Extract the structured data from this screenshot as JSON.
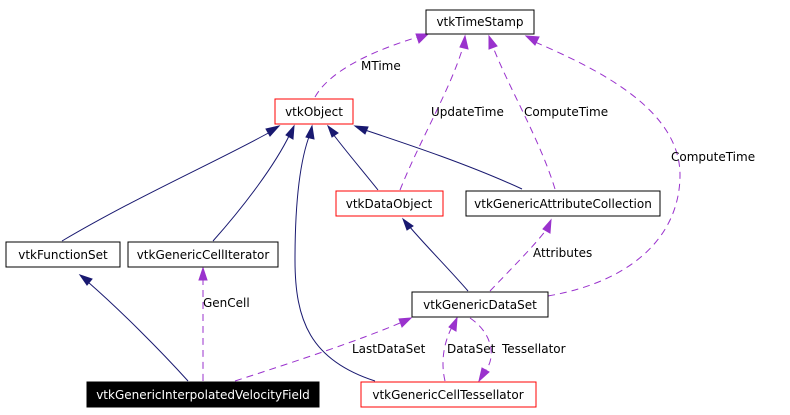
{
  "colors": {
    "inheritance_edge": "#191970",
    "usage_edge": "#9a32cd",
    "class_border_red": "#ff0000",
    "class_border_black": "#000000",
    "selected_fill": "#000000",
    "selected_text": "#ffffff"
  },
  "nodes": {
    "vtkTimeStamp": "vtkTimeStamp",
    "vtkObject": "vtkObject",
    "vtkDataObject": "vtkDataObject",
    "vtkGenericAttributeCollection": "vtkGenericAttributeCollection",
    "vtkFunctionSet": "vtkFunctionSet",
    "vtkGenericCellIterator": "vtkGenericCellIterator",
    "vtkGenericDataSet": "vtkGenericDataSet",
    "vtkGenericInterpolatedVelocityField": "vtkGenericInterpolatedVelocityField",
    "vtkGenericCellTessellator": "vtkGenericCellTessellator"
  },
  "edge_labels": {
    "mtime": "MTime",
    "update_time": "UpdateTime",
    "compute_time_1": "ComputeTime",
    "compute_time_2": "ComputeTime",
    "attributes": "Attributes",
    "gencell": "GenCell",
    "last_dataset": "LastDataSet",
    "dataset": "DataSet",
    "tessellator": "Tessellator"
  }
}
